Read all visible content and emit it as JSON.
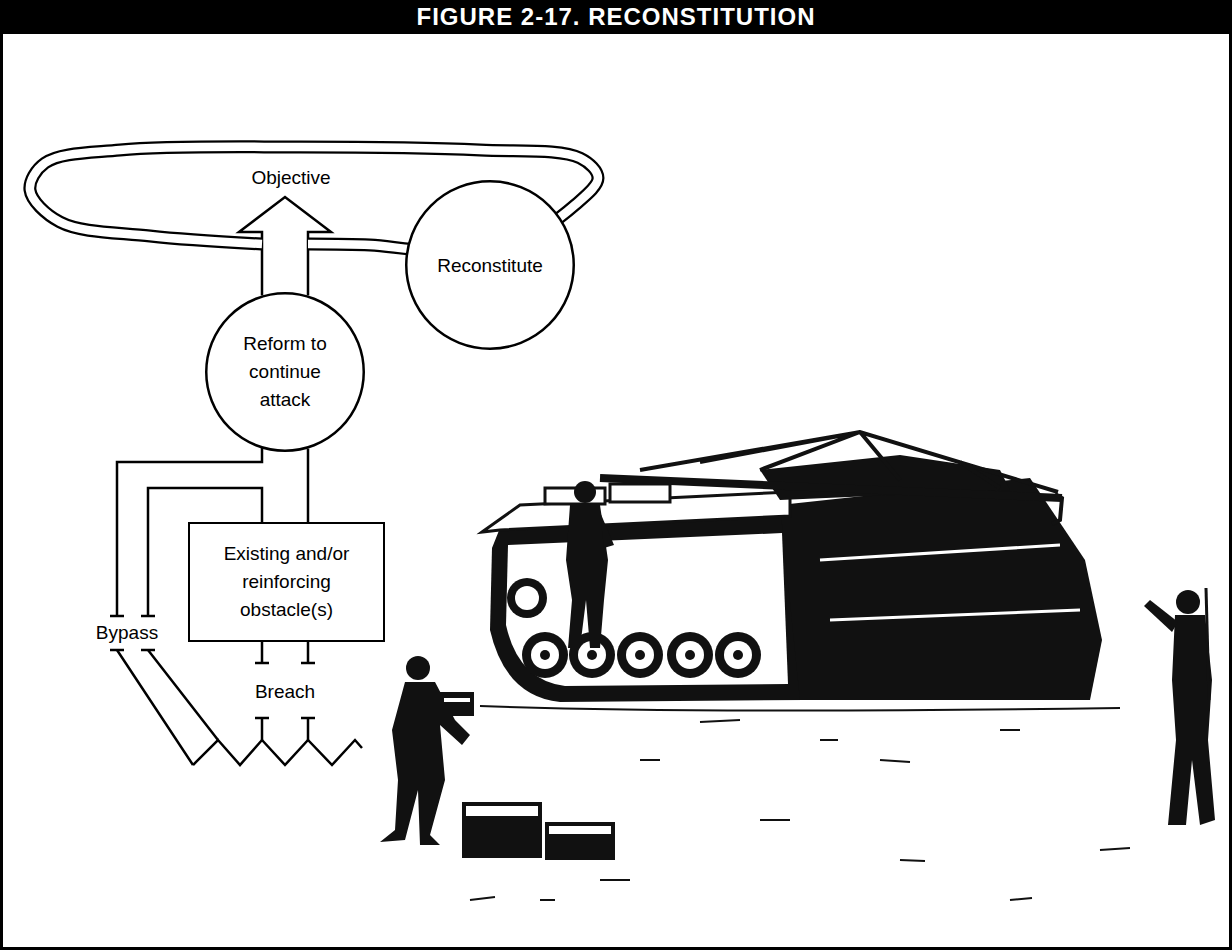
{
  "diagram": {
    "title": "FIGURE 2-17. RECONSTITUTION",
    "nodes": [
      {
        "text": [
          "Objective"
        ]
      },
      {
        "text": [
          "Reconstitute"
        ]
      },
      {
        "text": [
          "Reform to continue attack"
        ]
      },
      {
        "text": [
          "Existing and/or reinforcing obstacle(s)"
        ]
      }
    ],
    "edges": [
      {
        "from": 2,
        "to": 0,
        "arrow": "to"
      },
      {
        "from": 3,
        "to": 2,
        "arrow": "none"
      }
    ],
    "labels": [
      "Bypass",
      "Breach"
    ]
  }
}
